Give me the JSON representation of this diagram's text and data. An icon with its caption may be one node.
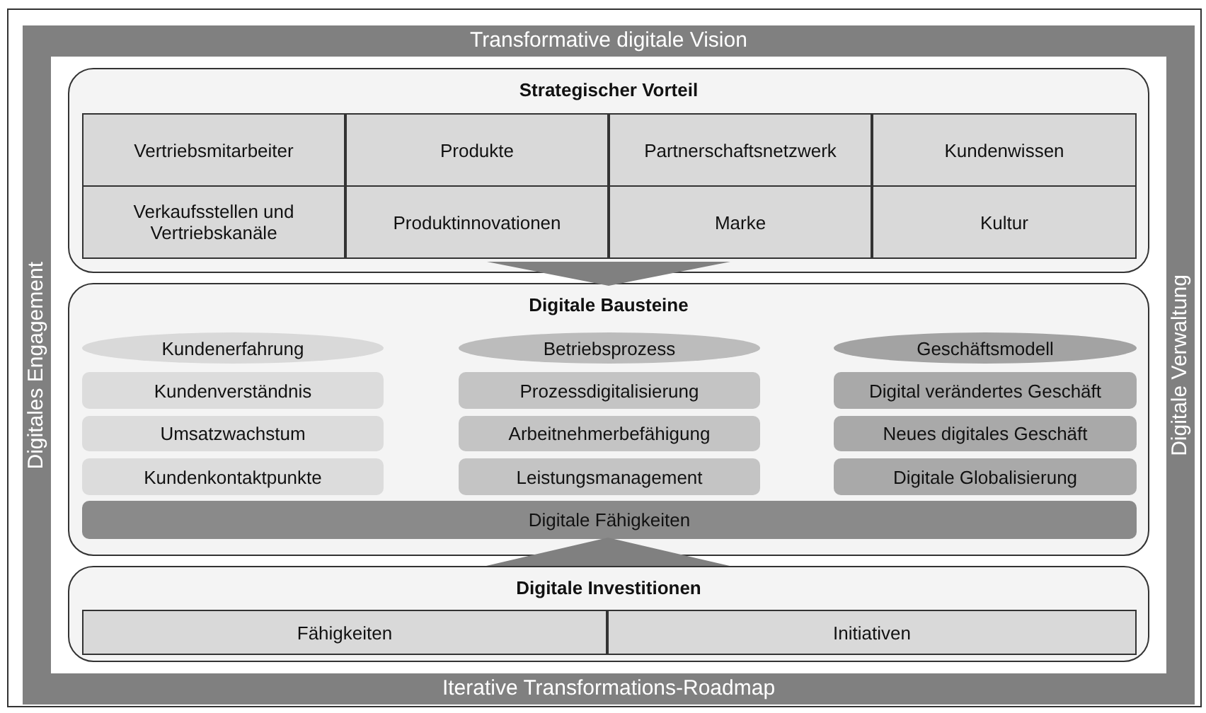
{
  "diagram": {
    "nodes": [
      {
        "text": [
          "Transformative digitale Vision"
        ]
      },
      {
        "text": [
          "Digitales Engagement"
        ]
      },
      {
        "text": [
          "Digitale Verwaltung"
        ]
      },
      {
        "text": [
          "Iterative Transformations-Roadmap"
        ]
      },
      {
        "text": [
          "Strategischer Vorteil"
        ]
      },
      {
        "text": [
          "Vertriebsmitarbeiter"
        ],
        "in": 4
      },
      {
        "text": [
          "Produkte"
        ],
        "in": 4
      },
      {
        "text": [
          "Partnerschaftsnetzwerk"
        ],
        "in": 4
      },
      {
        "text": [
          "Kundenwissen"
        ],
        "in": 4
      },
      {
        "text": [
          "Verkaufsstellen und Vertriebskanäle"
        ],
        "in": 4
      },
      {
        "text": [
          "Produktinnovationen"
        ],
        "in": 4
      },
      {
        "text": [
          "Marke"
        ],
        "in": 4
      },
      {
        "text": [
          "Kultur"
        ],
        "in": 4
      },
      {
        "text": [
          "Digitale Bausteine"
        ]
      },
      {
        "text": [
          "Kundenerfahrung"
        ],
        "in": 13
      },
      {
        "text": [
          "Betriebsprozess"
        ],
        "in": 13
      },
      {
        "text": [
          "Geschäftsmodell"
        ],
        "in": 13
      },
      {
        "text": [
          "Kundenverständnis"
        ],
        "in": 13
      },
      {
        "text": [
          "Prozessdigitalisierung"
        ],
        "in": 13
      },
      {
        "text": [
          "Digital verändertes Geschäft"
        ],
        "in": 13
      },
      {
        "text": [
          "Umsatzwachstum"
        ],
        "in": 13
      },
      {
        "text": [
          "Arbeitnehmerbefähigung"
        ],
        "in": 13
      },
      {
        "text": [
          "Neues digitales Geschäft"
        ],
        "in": 13
      },
      {
        "text": [
          "Kundenkontaktpunkte"
        ],
        "in": 13
      },
      {
        "text": [
          "Leistungsmanagement"
        ],
        "in": 13
      },
      {
        "text": [
          "Digitale Globalisierung"
        ],
        "in": 13
      },
      {
        "text": [
          "Digitale Fähigkeiten"
        ],
        "in": 13
      },
      {
        "text": [
          "Digitale Investitionen"
        ]
      },
      {
        "text": [
          "Fähigkeiten"
        ],
        "in": 27
      },
      {
        "text": [
          "Initiativen"
        ],
        "in": 27
      }
    ],
    "edges": [
      {
        "from": 4,
        "to": 13,
        "arrow": "to"
      },
      {
        "from": 27,
        "to": 26,
        "arrow": "to"
      }
    ]
  }
}
